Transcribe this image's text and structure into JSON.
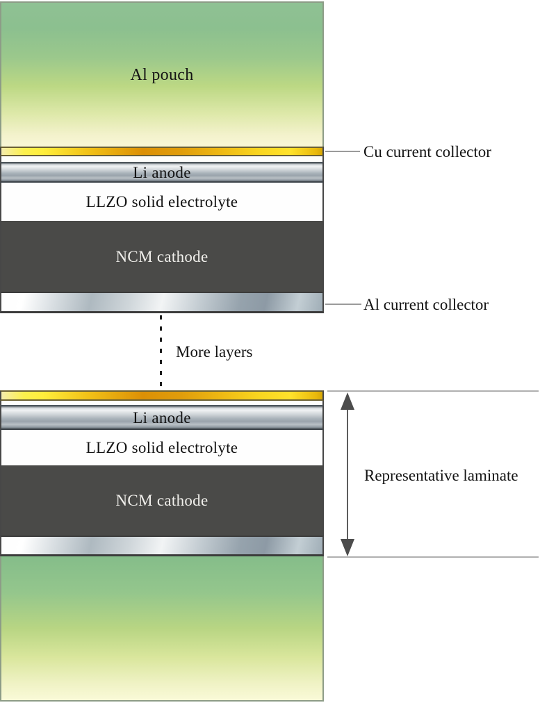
{
  "labels": {
    "al_pouch": "Al pouch",
    "li_anode": "Li anode",
    "llzo": "LLZO solid electrolyte",
    "ncm": "NCM cathode",
    "cu_collector": "Cu current collector",
    "al_collector": "Al current collector",
    "more_layers": "More layers",
    "representative_laminate": "Representative laminate"
  },
  "stacks": {
    "top": {
      "layers": [
        "Al pouch",
        "Cu current collector",
        "Li anode",
        "LLZO solid electrolyte",
        "NCM cathode",
        "Al current collector"
      ]
    },
    "bottom": {
      "layers": [
        "Cu current collector",
        "Li anode",
        "LLZO solid electrolyte",
        "NCM cathode",
        "Al pouch"
      ]
    }
  },
  "colors": {
    "pouch_green": "#8cc08f",
    "pouch_cream": "#f9f7d6",
    "cu_gold": "#e09d0b",
    "li_silver": "#aab3ba",
    "llzo_white": "#fefefe",
    "ncm_dark_gray": "#4a4a48",
    "al_silver": "#aeb9c0",
    "annotation_line": "#9b9b9b",
    "arrow": "#4c4c4c",
    "text": "#141414"
  }
}
